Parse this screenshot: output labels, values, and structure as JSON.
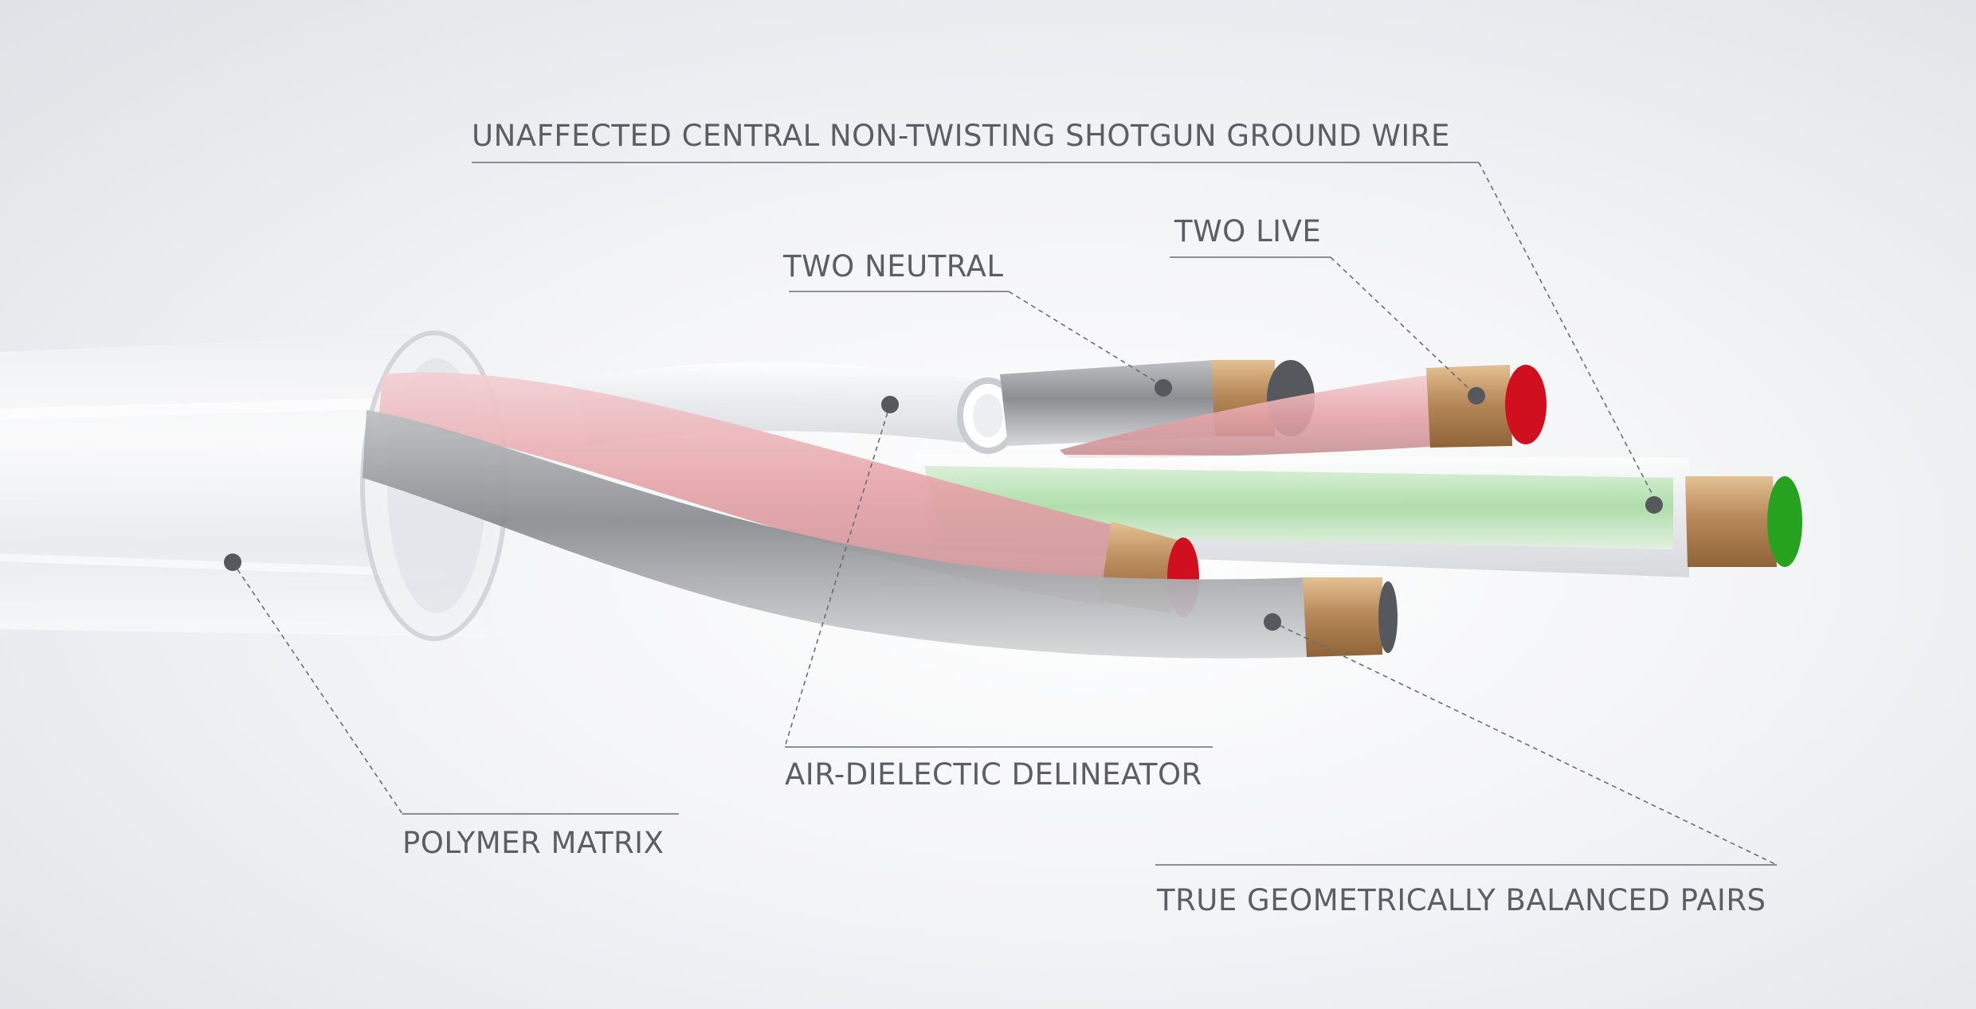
{
  "labels": {
    "ground_wire": "UNAFFECTED CENTRAL NON-TWISTING SHOTGUN GROUND WIRE",
    "two_live": "TWO LIVE",
    "two_neutral": "TWO NEUTRAL",
    "air_dielectric": "AIR-DIELECTIC DELINEATOR",
    "polymer_matrix": "POLYMER MATRIX",
    "balanced_pairs": "TRUE GEOMETRICALLY BALANCED PAIRS"
  },
  "colors": {
    "label_text": "#5b5e63",
    "leader_line": "#6a6d72",
    "marker_dot": "#55585d",
    "live_core": "#d0101f",
    "ground_core": "#27a21f",
    "neutral_core": "#5a5c60",
    "copper": "#b8895a"
  }
}
